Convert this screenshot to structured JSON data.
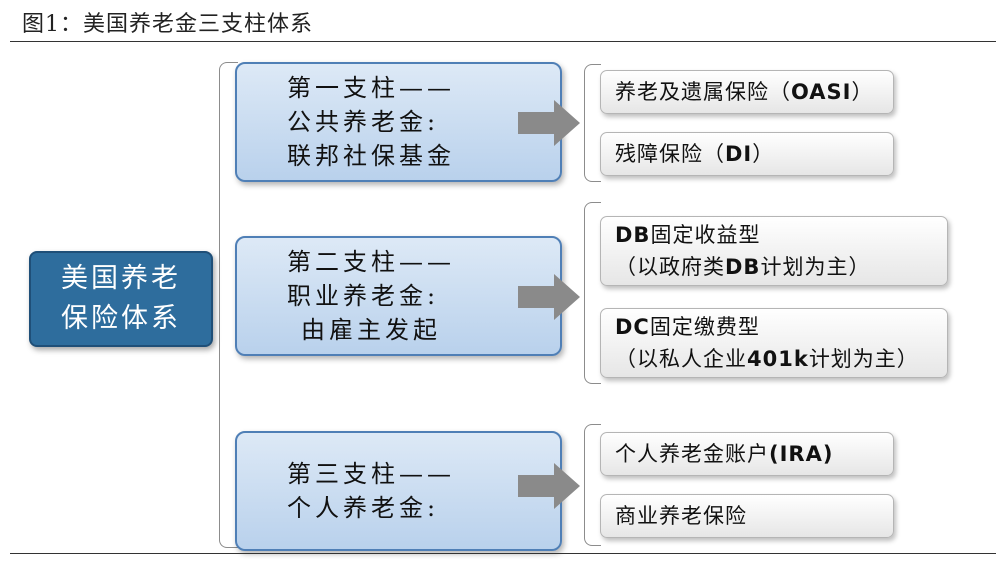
{
  "figure": {
    "title": "图1：美国养老金三支柱体系"
  },
  "root": {
    "line1": "美国养老",
    "line2": "保险体系"
  },
  "pillars": [
    {
      "line1": "第一支柱——",
      "line2": "公共养老金:",
      "line3": "联邦社保基金",
      "leaves": [
        {
          "pre": "养老及遗属保险（",
          "bold": "OASI",
          "post": "）"
        },
        {
          "pre": "残障保险（",
          "bold": "DI",
          "post": "）"
        }
      ]
    },
    {
      "line1": "第二支柱——",
      "line2": "职业养老金:",
      "line3": "由雇主发起",
      "leaves": [
        {
          "bold": "DB",
          "mid": "固定收益型",
          "line2pre": "（以政府类",
          "line2bold": "DB",
          "line2post": "计划为主）"
        },
        {
          "bold": "DC",
          "mid": "固定缴费型",
          "line2pre": "（以私人企业",
          "line2bold": "401k",
          "line2post": "计划为主）"
        }
      ]
    },
    {
      "line1": "第三支柱——",
      "line2": "个人养老金:",
      "leaves": [
        {
          "pre": "个人养老金账户",
          "bold": "(IRA)",
          "post": ""
        },
        {
          "pre": "商业养老保险",
          "bold": "",
          "post": ""
        }
      ]
    }
  ],
  "colors": {
    "root_fill": "#2e6d9d",
    "pillar_border": "#4f7fb6",
    "arrow": "#8a8a8a"
  }
}
